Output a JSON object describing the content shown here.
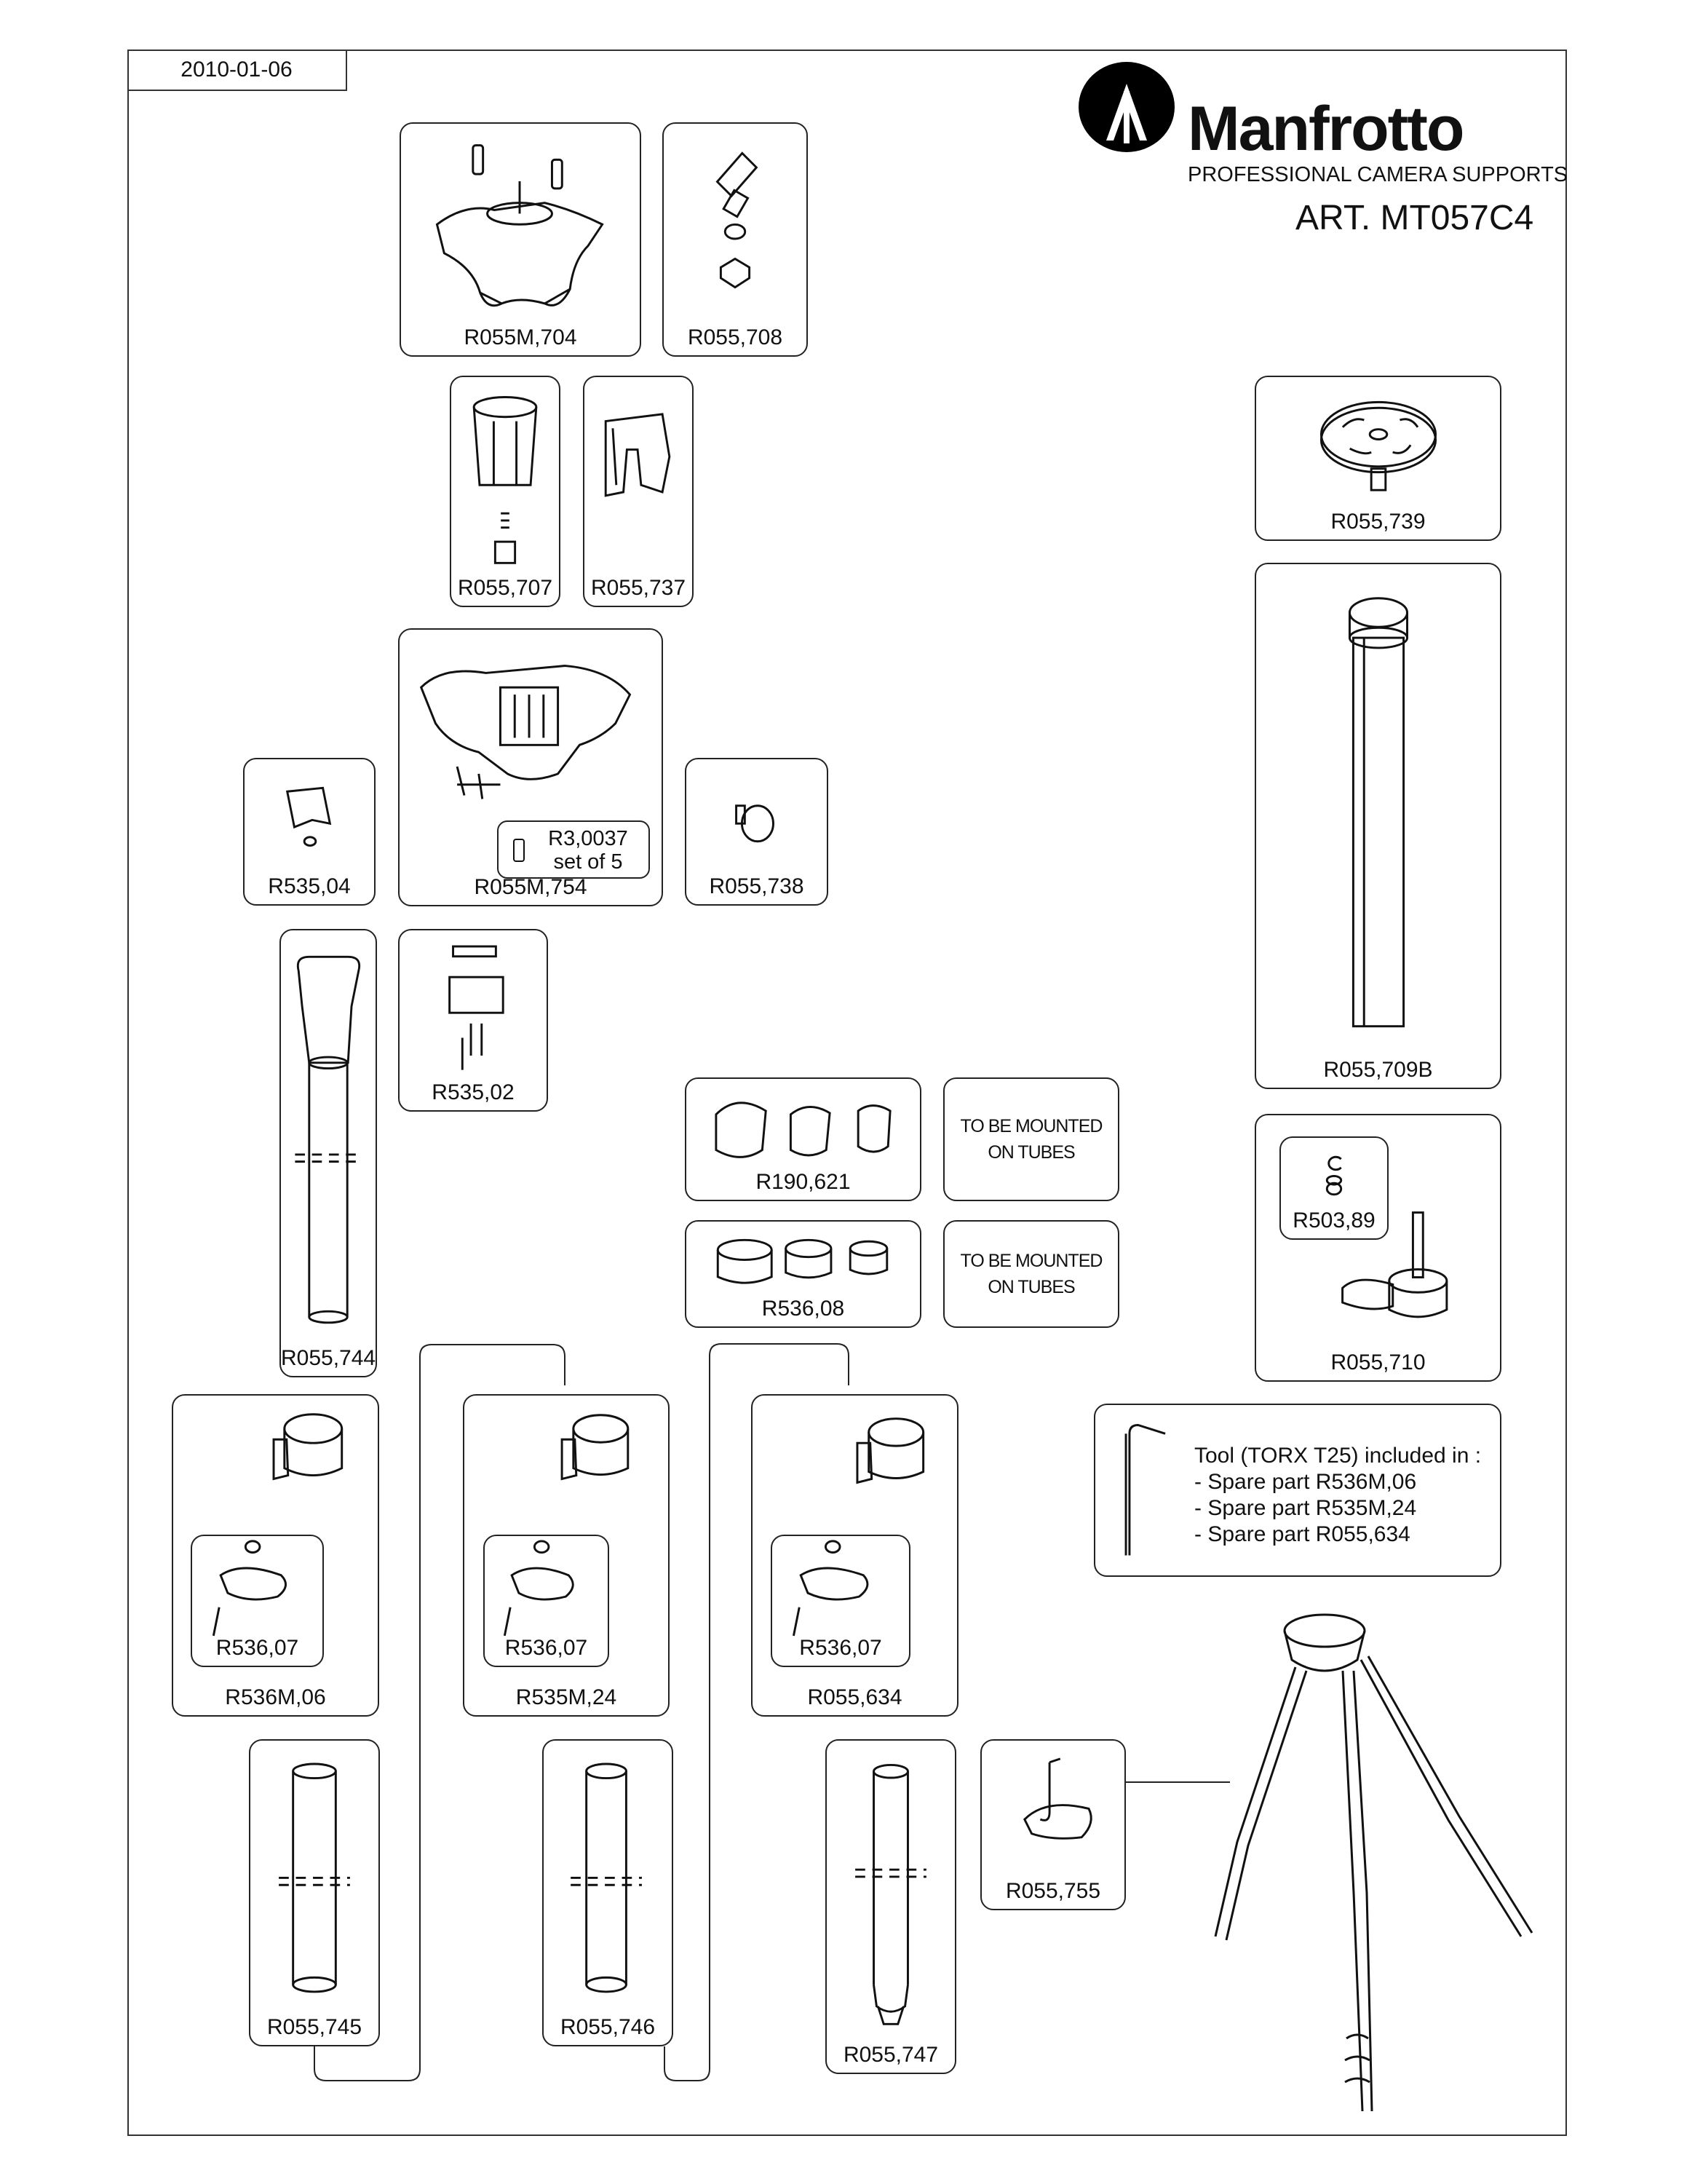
{
  "header": {
    "date": "2010-01-06",
    "brand": "Manfrotto",
    "tagline": "PROFESSIONAL CAMERA SUPPORTS",
    "article": "ART. MT057C4"
  },
  "parts": {
    "r055m_704": "R055M,704",
    "r055_708": "R055,708",
    "r055_707": "R055,707",
    "r055_737": "R055,737",
    "r055_739": "R055,739",
    "r055m_754": "R055M,754",
    "r3_0037": "R3,0037",
    "r3_0037_set": "set of 5",
    "r535_04": "R535,04",
    "r055_738": "R055,738",
    "r055_709b": "R055,709B",
    "r055_744": "R055,744",
    "r535_02": "R535,02",
    "r190_621": "R190,621",
    "r536_08": "R536,08",
    "r503_89": "R503,89",
    "r055_710": "R055,710",
    "r536m_06": "R536M,06",
    "r535m_24": "R535M,24",
    "r055_634": "R055,634",
    "r536_07_a": "R536,07",
    "r536_07_b": "R536,07",
    "r536_07_c": "R536,07",
    "r055_745": "R055,745",
    "r055_746": "R055,746",
    "r055_747": "R055,747",
    "r055_755": "R055,755"
  },
  "notes": {
    "tubes_1": [
      "TO BE MOUNTED",
      "ON TUBES"
    ],
    "tubes_2": [
      "TO BE MOUNTED",
      "ON TUBES"
    ]
  },
  "tool": {
    "title": "Tool (TORX T25) included in :",
    "items": [
      "- Spare part R536M,06",
      "- Spare part R535M,24",
      "- Spare part R055,634"
    ]
  }
}
